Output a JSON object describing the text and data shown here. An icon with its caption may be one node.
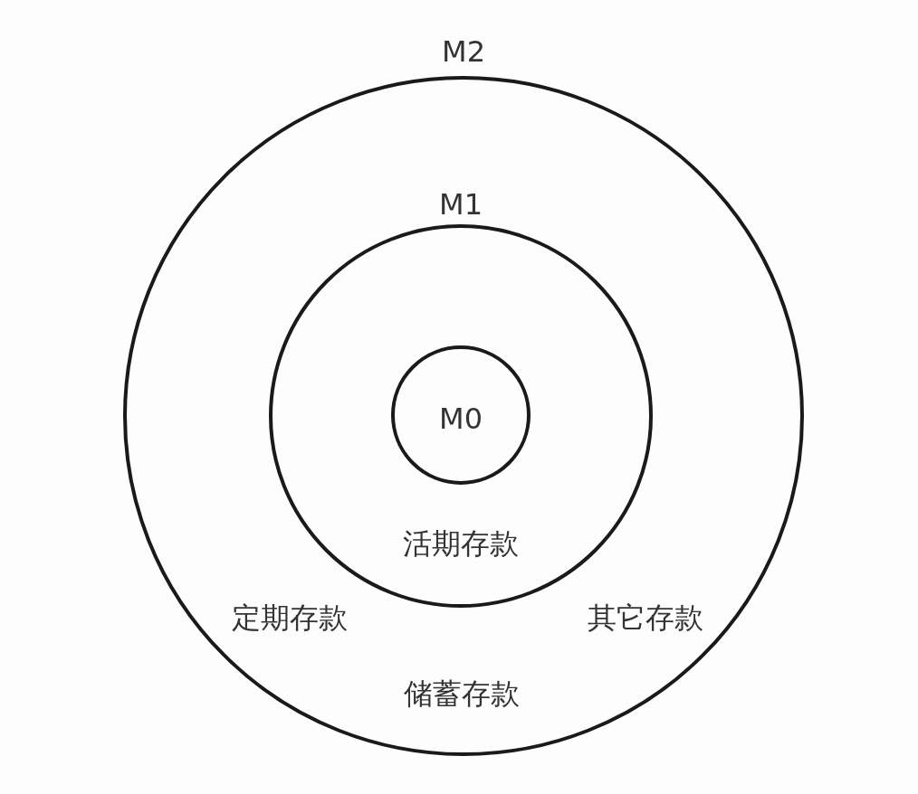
{
  "diagram": {
    "nodes": [
      {
        "text": [
          "M2",
          "定期存款",
          "其它存款",
          "储蓄存款"
        ]
      },
      {
        "text": [
          "M1",
          "活期存款"
        ],
        "in": 0
      },
      {
        "text": [
          "M0"
        ],
        "in": 1
      }
    ]
  }
}
